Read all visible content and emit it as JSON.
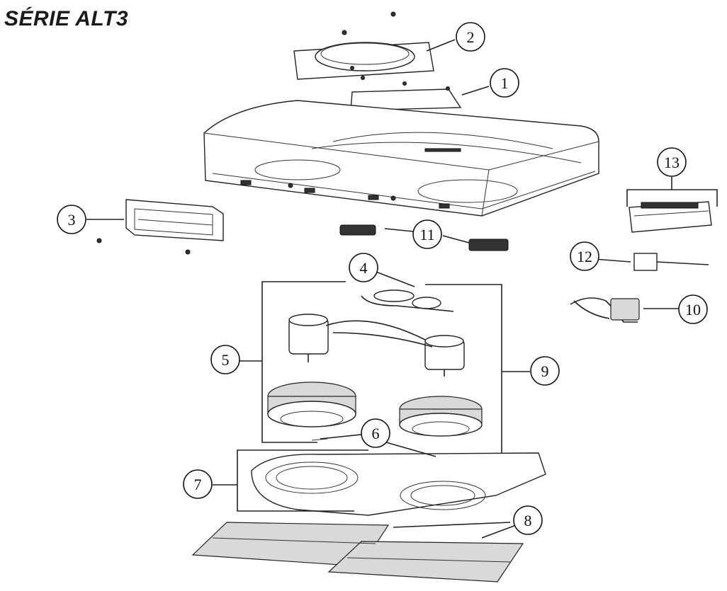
{
  "title": "SÉRIE ALT3",
  "callouts": [
    {
      "id": "c1",
      "label": "1"
    },
    {
      "id": "c2",
      "label": "2"
    },
    {
      "id": "c3",
      "label": "3"
    },
    {
      "id": "c4",
      "label": "4"
    },
    {
      "id": "c5",
      "label": "5"
    },
    {
      "id": "c6",
      "label": "6"
    },
    {
      "id": "c7",
      "label": "7"
    },
    {
      "id": "c8",
      "label": "8"
    },
    {
      "id": "c9",
      "label": "9"
    },
    {
      "id": "c10",
      "label": "10"
    },
    {
      "id": "c11",
      "label": "11"
    },
    {
      "id": "c12",
      "label": "12"
    },
    {
      "id": "c13",
      "label": "13"
    }
  ]
}
